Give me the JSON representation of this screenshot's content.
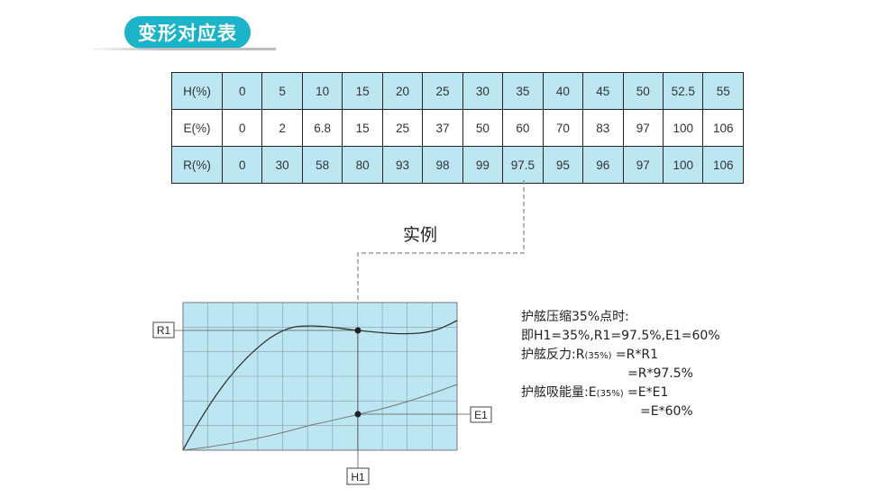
{
  "header": {
    "title": "变形对应表"
  },
  "table": {
    "rows": [
      {
        "label": "H(%)",
        "shaded": true,
        "values": [
          "0",
          "5",
          "10",
          "15",
          "20",
          "25",
          "30",
          "35",
          "40",
          "45",
          "50",
          "52.5",
          "55"
        ]
      },
      {
        "label": "E(%)",
        "shaded": false,
        "values": [
          "0",
          "2",
          "6.8",
          "15",
          "25",
          "37",
          "50",
          "60",
          "70",
          "83",
          "97",
          "100",
          "106"
        ]
      },
      {
        "label": "R(%)",
        "shaded": true,
        "values": [
          "0",
          "30",
          "58",
          "80",
          "93",
          "98",
          "99",
          "97.5",
          "95",
          "96",
          "97",
          "100",
          "106"
        ]
      }
    ]
  },
  "example": {
    "label": "实例",
    "markers": {
      "r1": "R1",
      "e1": "E1",
      "h1": "H1"
    }
  },
  "explanation": {
    "line1": "护舷压缩35%点时:",
    "line2": "即H1=35%,R1=97.5%,E1=60%",
    "line3_prefix": "护舷反力:R",
    "line3_sub": "(35%)",
    "line3_suffix": " =R*R1",
    "line4": "=R*97.5%",
    "line5_prefix": "护舷吸能量:E",
    "line5_sub": "(35%)",
    "line5_suffix": " =E*E1",
    "line6": "=E*60%"
  },
  "colors": {
    "accent": "#1ab3c9",
    "table_shade": "#bde6f3",
    "chart_bg": "#bde6f3"
  }
}
